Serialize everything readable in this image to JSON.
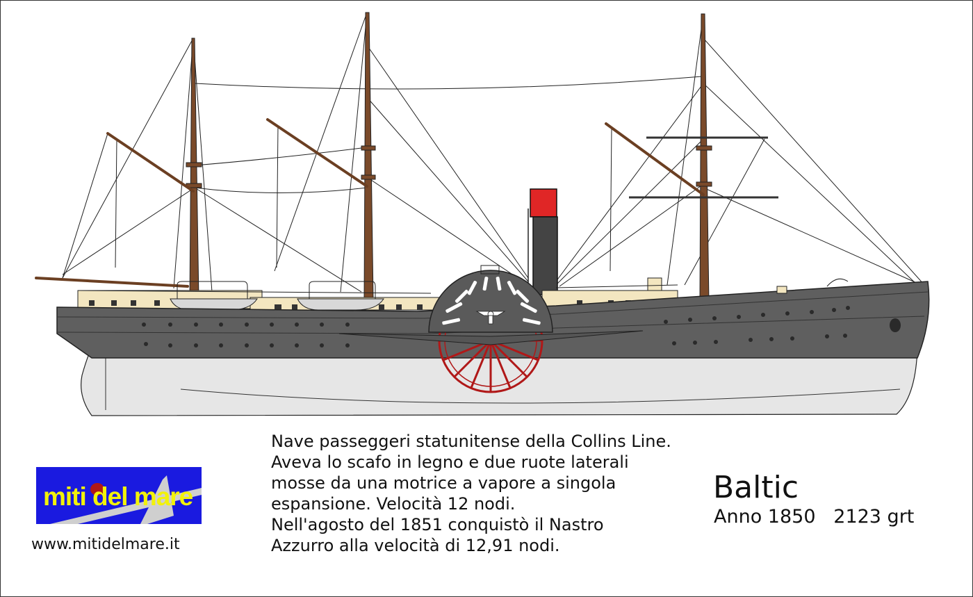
{
  "ship": {
    "name": "Baltic",
    "year_label": "Anno 1850",
    "tonnage_label": "2123 grt",
    "description_lines": [
      "Nave passeggeri statunitense della Collins Line.",
      "Aveva lo scafo in legno e due ruote laterali",
      "mosse da una motrice a vapore a singola",
      "espansione. Velocità 12 nodi.",
      "Nell'agosto del 1851 conquistò il Nastro",
      "Azzurro alla velocità di 12,91 nodi."
    ]
  },
  "brand": {
    "logo_text": "miti del mare",
    "website": "www.mitidelmare.it"
  },
  "colors": {
    "hull_upper": "#5f5f5f",
    "hull_lower": "#e6e6e6",
    "deckhouse": "#f3e6c0",
    "funnel_top": "#e02626",
    "funnel": "#444444",
    "mast": "#7a4a2a",
    "paddle_wheel": "#b01818",
    "logo_bg": "#1a1ae0",
    "logo_text": "#f2f20a"
  }
}
